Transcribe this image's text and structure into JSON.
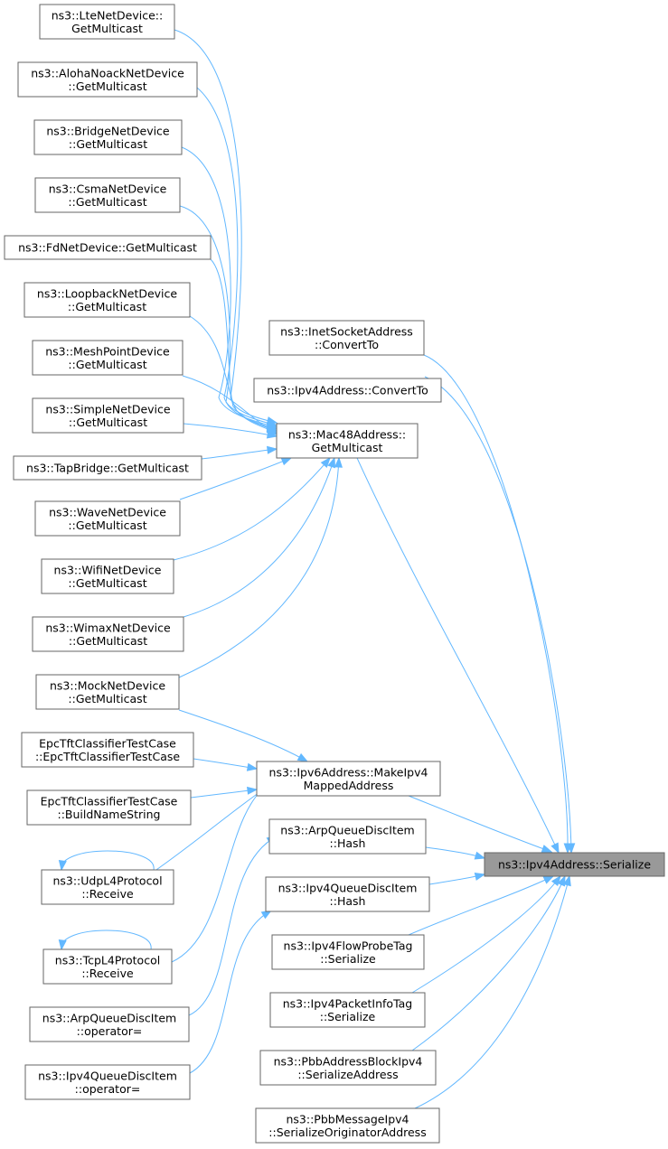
{
  "graph": {
    "target": "ns3::Ipv4Address::Serialize",
    "nodes": [
      {
        "id": "lte",
        "lines": [
          "ns3::LteNetDevice::",
          "GetMulticast"
        ]
      },
      {
        "id": "aloha",
        "lines": [
          "ns3::AlohaNoackNetDevice",
          "::GetMulticast"
        ]
      },
      {
        "id": "bridge",
        "lines": [
          "ns3::BridgeNetDevice",
          "::GetMulticast"
        ]
      },
      {
        "id": "csma",
        "lines": [
          "ns3::CsmaNetDevice",
          "::GetMulticast"
        ]
      },
      {
        "id": "fd",
        "lines": [
          "ns3::FdNetDevice::GetMulticast"
        ]
      },
      {
        "id": "loopback",
        "lines": [
          "ns3::LoopbackNetDevice",
          "::GetMulticast"
        ]
      },
      {
        "id": "mesh",
        "lines": [
          "ns3::MeshPointDevice",
          "::GetMulticast"
        ]
      },
      {
        "id": "simple",
        "lines": [
          "ns3::SimpleNetDevice",
          "::GetMulticast"
        ]
      },
      {
        "id": "tap",
        "lines": [
          "ns3::TapBridge::GetMulticast"
        ]
      },
      {
        "id": "wave",
        "lines": [
          "ns3::WaveNetDevice",
          "::GetMulticast"
        ]
      },
      {
        "id": "wifi",
        "lines": [
          "ns3::WifiNetDevice",
          "::GetMulticast"
        ]
      },
      {
        "id": "wimax",
        "lines": [
          "ns3::WimaxNetDevice",
          "::GetMulticast"
        ]
      },
      {
        "id": "mock",
        "lines": [
          "ns3::MockNetDevice",
          "::GetMulticast"
        ]
      },
      {
        "id": "epc1",
        "lines": [
          "EpcTftClassifierTestCase",
          "::EpcTftClassifierTestCase"
        ]
      },
      {
        "id": "epc2",
        "lines": [
          "EpcTftClassifierTestCase",
          "::BuildNameString"
        ]
      },
      {
        "id": "udp",
        "lines": [
          "ns3::UdpL4Protocol",
          "::Receive"
        ]
      },
      {
        "id": "tcp",
        "lines": [
          "ns3::TcpL4Protocol",
          "::Receive"
        ]
      },
      {
        "id": "arpop",
        "lines": [
          "ns3::ArpQueueDiscItem",
          "::operator="
        ]
      },
      {
        "id": "ipv4op",
        "lines": [
          "ns3::Ipv4QueueDiscItem",
          "::operator="
        ]
      },
      {
        "id": "inet",
        "lines": [
          "ns3::InetSocketAddress",
          "::ConvertTo"
        ]
      },
      {
        "id": "ipv4conv",
        "lines": [
          "ns3::Ipv4Address::ConvertTo"
        ]
      },
      {
        "id": "mac48",
        "lines": [
          "ns3::Mac48Address::",
          "GetMulticast"
        ]
      },
      {
        "id": "ipv6map",
        "lines": [
          "ns3::Ipv6Address::MakeIpv4",
          "MappedAddress"
        ]
      },
      {
        "id": "arphash",
        "lines": [
          "ns3::ArpQueueDiscItem",
          "::Hash"
        ]
      },
      {
        "id": "ipv4hash",
        "lines": [
          "ns3::Ipv4QueueDiscItem",
          "::Hash"
        ]
      },
      {
        "id": "flowprobe",
        "lines": [
          "ns3::Ipv4FlowProbeTag",
          "::Serialize"
        ]
      },
      {
        "id": "pktinfo",
        "lines": [
          "ns3::Ipv4PacketInfoTag",
          "::Serialize"
        ]
      },
      {
        "id": "pbbaddr",
        "lines": [
          "ns3::PbbAddressBlockIpv4",
          "::SerializeAddress"
        ]
      },
      {
        "id": "pbbmsg",
        "lines": [
          "ns3::PbbMessageIpv4",
          "::SerializeOriginatorAddress"
        ]
      },
      {
        "id": "serialize",
        "lines": [
          "ns3::Ipv4Address::Serialize"
        ]
      }
    ],
    "edges": [
      [
        "lte",
        "mac48"
      ],
      [
        "aloha",
        "mac48"
      ],
      [
        "bridge",
        "mac48"
      ],
      [
        "csma",
        "mac48"
      ],
      [
        "fd",
        "mac48"
      ],
      [
        "loopback",
        "mac48"
      ],
      [
        "mesh",
        "mac48"
      ],
      [
        "simple",
        "mac48"
      ],
      [
        "tap",
        "mac48"
      ],
      [
        "wave",
        "mac48"
      ],
      [
        "wifi",
        "mac48"
      ],
      [
        "wimax",
        "mac48"
      ],
      [
        "mock",
        "mac48"
      ],
      [
        "mock",
        "ipv6map"
      ],
      [
        "epc1",
        "ipv6map"
      ],
      [
        "epc2",
        "ipv6map"
      ],
      [
        "udp",
        "ipv6map"
      ],
      [
        "tcp",
        "ipv6map"
      ],
      [
        "udp",
        "udp"
      ],
      [
        "tcp",
        "tcp"
      ],
      [
        "arpop",
        "arphash"
      ],
      [
        "ipv4op",
        "ipv4hash"
      ],
      [
        "inet",
        "serialize"
      ],
      [
        "ipv4conv",
        "serialize"
      ],
      [
        "mac48",
        "serialize"
      ],
      [
        "ipv6map",
        "serialize"
      ],
      [
        "arphash",
        "serialize"
      ],
      [
        "ipv4hash",
        "serialize"
      ],
      [
        "flowprobe",
        "serialize"
      ],
      [
        "pktinfo",
        "serialize"
      ],
      [
        "pbbaddr",
        "serialize"
      ],
      [
        "pbbmsg",
        "serialize"
      ]
    ]
  },
  "colors": {
    "edge": "#63b8ff",
    "node_border": "#666666",
    "node_fill": "#ffffff",
    "target_fill": "#999999",
    "text": "#000000"
  }
}
